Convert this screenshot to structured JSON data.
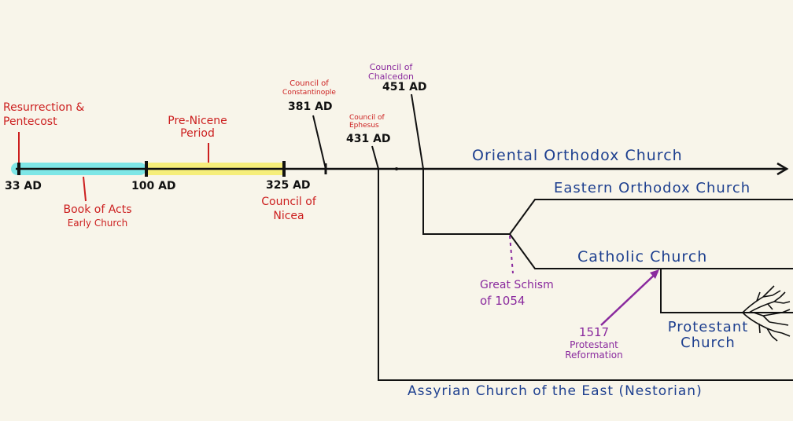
{
  "colors": {
    "background": "#f8f5ea",
    "early_church_band": "#7ee6e6",
    "pre_nicene_band": "#f6ee7a",
    "red_text": "#cc1f1f",
    "purple_text": "#8a2a9e",
    "blue_text": "#1d3f8f"
  },
  "timeline": {
    "dates": {
      "d33": "33 AD",
      "d100": "100 AD",
      "d325": "325 AD",
      "d381": "381 AD",
      "d431": "431 AD",
      "d451": "451 AD"
    },
    "events": {
      "resurrection_line1": "Resurrection &",
      "resurrection_line2": "Pentecost",
      "book_of_acts_line1": "Book of Acts",
      "book_of_acts_line2": "Early Church",
      "pre_nicene_line1": "Pre-Nicene",
      "pre_nicene_line2": "Period",
      "nicea_line1": "Council of",
      "nicea_line2": "Nicea",
      "constantinople_line1": "Council of",
      "constantinople_line2": "Constantinople",
      "ephesus_line1": "Council of",
      "ephesus_line2": "Ephesus",
      "chalcedon_line1": "Council of",
      "chalcedon_line2": "Chalcedon",
      "schism_line1": "Great Schism",
      "schism_line2": "of 1054",
      "reformation_line1": "1517",
      "reformation_line2": "Protestant",
      "reformation_line3": "Reformation"
    },
    "churches": {
      "oriental": "Oriental Orthodox Church",
      "eastern": "Eastern Orthodox Church",
      "catholic": "Catholic Church",
      "protestant_line1": "Protestant",
      "protestant_line2": "Church",
      "assyrian": "Assyrian Church of the East (Nestorian)"
    }
  }
}
